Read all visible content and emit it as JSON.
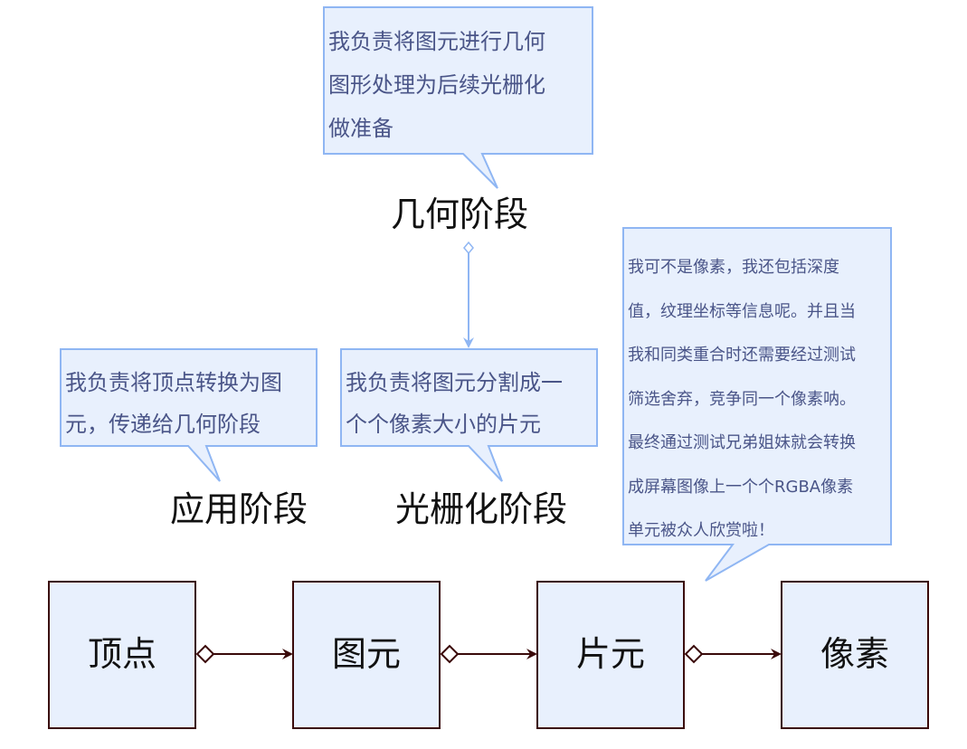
{
  "stages": {
    "geometry": "几何阶段",
    "application": "应用阶段",
    "raster": "光栅化阶段"
  },
  "callouts": {
    "geometry": "我负责将图元进行几何\n图形处理为后续光栅化\n做准备",
    "application": "我负责将顶点转换为图\n元，传递给几何阶段",
    "raster": "我负责将图元分割成一\n个个像素大小的片元",
    "fragment": "我可不是像素，我还包括深度\n值，纹理坐标等信息呢。并且当\n我和同类重合时还需要经过测试\n筛选舍弃，竞争同一个像素呐。\n最终通过测试兄弟姐妹就会转换\n成屏幕图像上一个个RGBA像素\n单元被众人欣赏啦！"
  },
  "pipeline": [
    "顶点",
    "图元",
    "片元",
    "像素"
  ],
  "colors": {
    "callout_fill": "#e8f0fd",
    "callout_stroke": "#8fb6f3",
    "box_fill": "#e8f0fd",
    "box_stroke": "#3a0a0a",
    "arrow": "#3a0a0a",
    "link_arrow": "#8fb6f3",
    "callout_text": "#4a5588"
  }
}
